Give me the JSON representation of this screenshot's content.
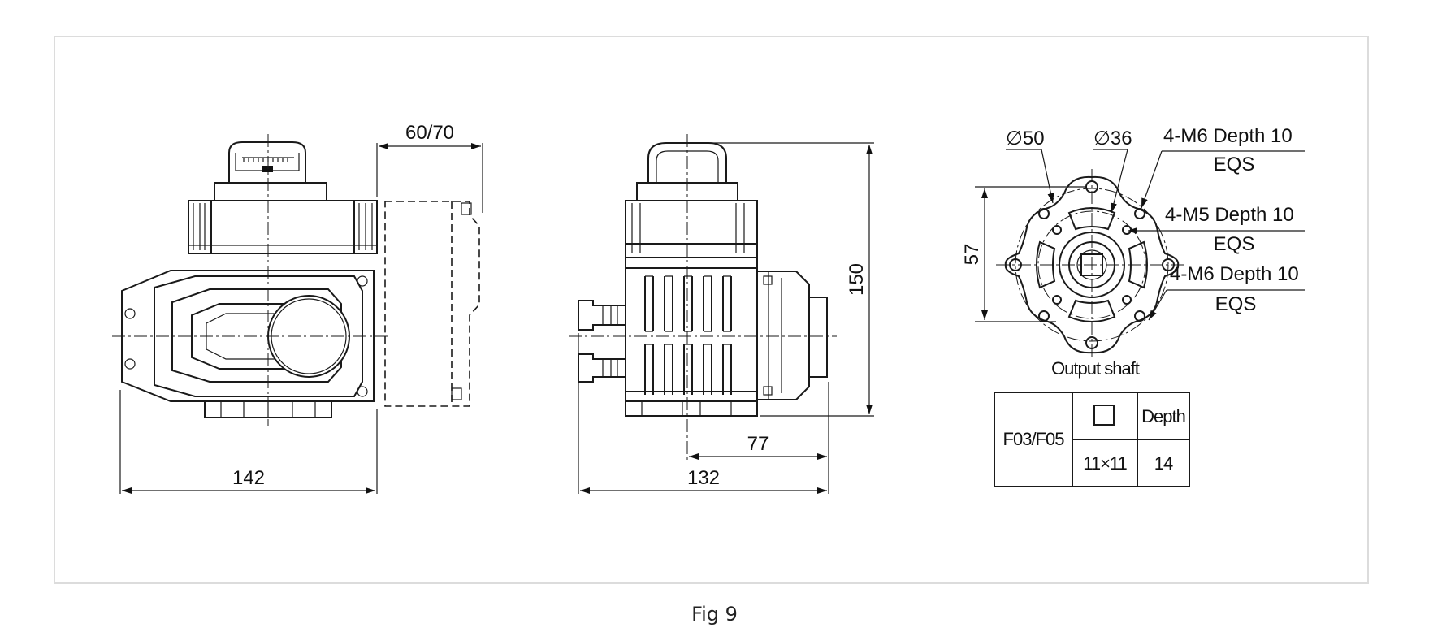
{
  "figure": {
    "caption": "Fig 9"
  },
  "front_view": {
    "width_dim": "142",
    "depth_dim": "60/70"
  },
  "side_view": {
    "width_dim": "132",
    "offset_dim": "77",
    "height_dim": "150"
  },
  "flange_view": {
    "pcd_outer": "∅50",
    "pcd_inner": "∅36",
    "hole_m6_top": {
      "line1": "4-M6 Depth 10",
      "line2": "EQS"
    },
    "hole_m5": {
      "line1": "4-M5 Depth 10",
      "line2": "EQS"
    },
    "hole_m6_side": {
      "line1": "4-M6 Depth 10",
      "line2": "EQS"
    },
    "height_dim": "57"
  },
  "output_shaft": {
    "title": "Output shaft",
    "table": {
      "flange": "F03/F05",
      "square_symbol": "□",
      "depth_header": "Depth",
      "square_value": "11×11",
      "depth_value": "14"
    }
  }
}
